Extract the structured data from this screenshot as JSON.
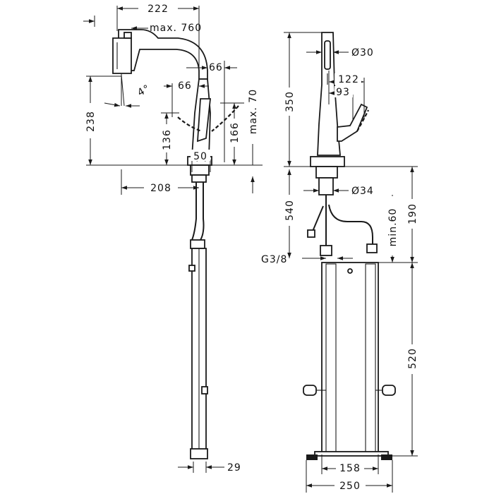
{
  "side_view": {
    "dim_222": "222",
    "dim_max760": "max. 760",
    "dim_66_top": "66",
    "dim_66_mid": "66",
    "dim_angle": "4°",
    "dim_238": "238",
    "dim_136": "136",
    "dim_166": "166",
    "dim_max70": "max. 70",
    "dim_50": "50",
    "dim_208": "208",
    "dim_29": "29"
  },
  "front_view": {
    "dim_350": "350",
    "dim_dia30": "Ø30",
    "dim_122": "122",
    "dim_93": "93",
    "dim_dia34": "Ø34",
    "dim_540": "540",
    "dim_190": "190",
    "dim_min60": "min.60",
    "dim_thread": "G3/8",
    "dim_520": "520",
    "dim_158": "158",
    "dim_250": "250"
  },
  "colors": {
    "line": "#1a1a1a",
    "background": "#ffffff"
  }
}
